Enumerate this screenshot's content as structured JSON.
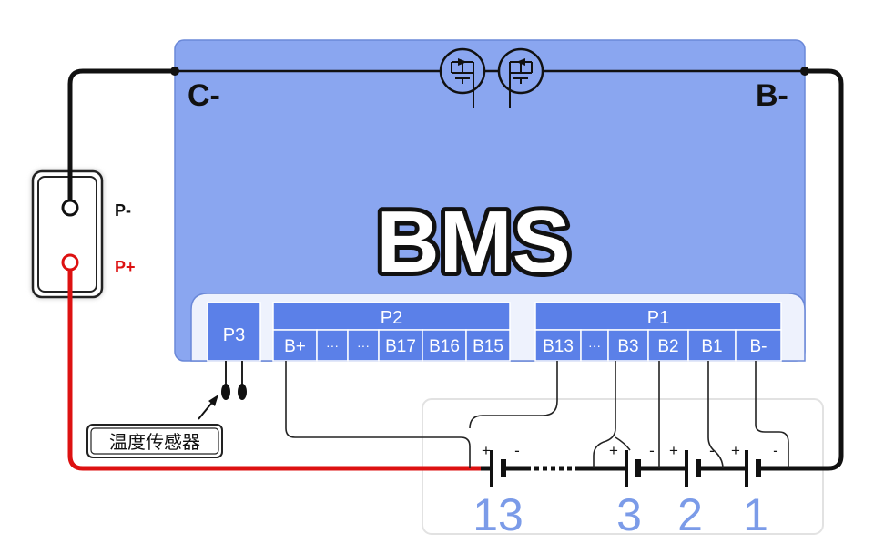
{
  "bms": {
    "title": "BMS",
    "terminal_c": "C-",
    "terminal_b": "B-",
    "body_color": "#8aa6f0",
    "port_color": "#5b80e8"
  },
  "connector": {
    "negative": "P-",
    "positive": "P+"
  },
  "ports": {
    "p3": "P3",
    "p2": {
      "title": "P2",
      "pins": [
        "B+",
        "···",
        "···",
        "B17",
        "B16",
        "B15"
      ]
    },
    "p1": {
      "title": "P1",
      "pins": [
        "B13",
        "···",
        "B3",
        "B2",
        "B1",
        "B-"
      ]
    }
  },
  "sensor": {
    "label": "温度传感器"
  },
  "cells": [
    {
      "number": "13",
      "plus": "+",
      "minus": "-"
    },
    {
      "number": "3",
      "plus": "+",
      "minus": "-"
    },
    {
      "number": "2",
      "plus": "+",
      "minus": "-"
    },
    {
      "number": "1",
      "plus": "+",
      "minus": "-"
    }
  ],
  "colors": {
    "wire_negative": "#111111",
    "wire_positive": "#dd1111",
    "cell_number": "#7b9be8"
  }
}
